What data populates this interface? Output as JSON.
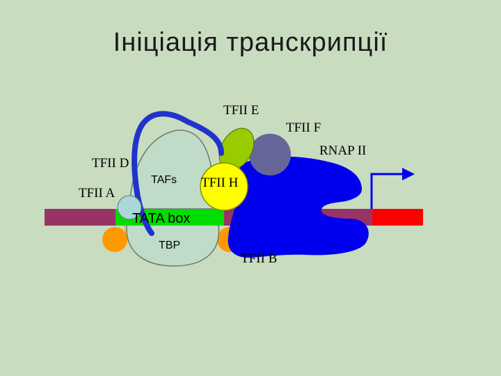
{
  "title": "Ініціація транскрипції",
  "labels": {
    "tfii_e": "TFII E",
    "tfii_f": "TFII F",
    "rnap_ii": "RNAP II",
    "tfii_d": "TFII D",
    "tafs": "TAFs",
    "tfii_h": "TFII H",
    "tfii_a": "TFII A",
    "tata_box": "TATA box",
    "tbp": "TBP",
    "tfii_b": "TFII B"
  },
  "colors": {
    "background": "#c8dcc0",
    "dna_strand": "#993366",
    "tata_box": "#00dd00",
    "start_region": "#ff0000",
    "rnap_ii": "#0000ee",
    "tfii_f": "#666699",
    "tfii_e": "#99cc00",
    "tfii_h": "#ffff00",
    "tfii_a": "#a8d8d8",
    "tfii_d": "#c0dcc8",
    "tbp": "#e8c070",
    "tbp_feet": "#ff9900",
    "tfii_d_arm": "#2233cc",
    "arrow": "#0000ee"
  }
}
